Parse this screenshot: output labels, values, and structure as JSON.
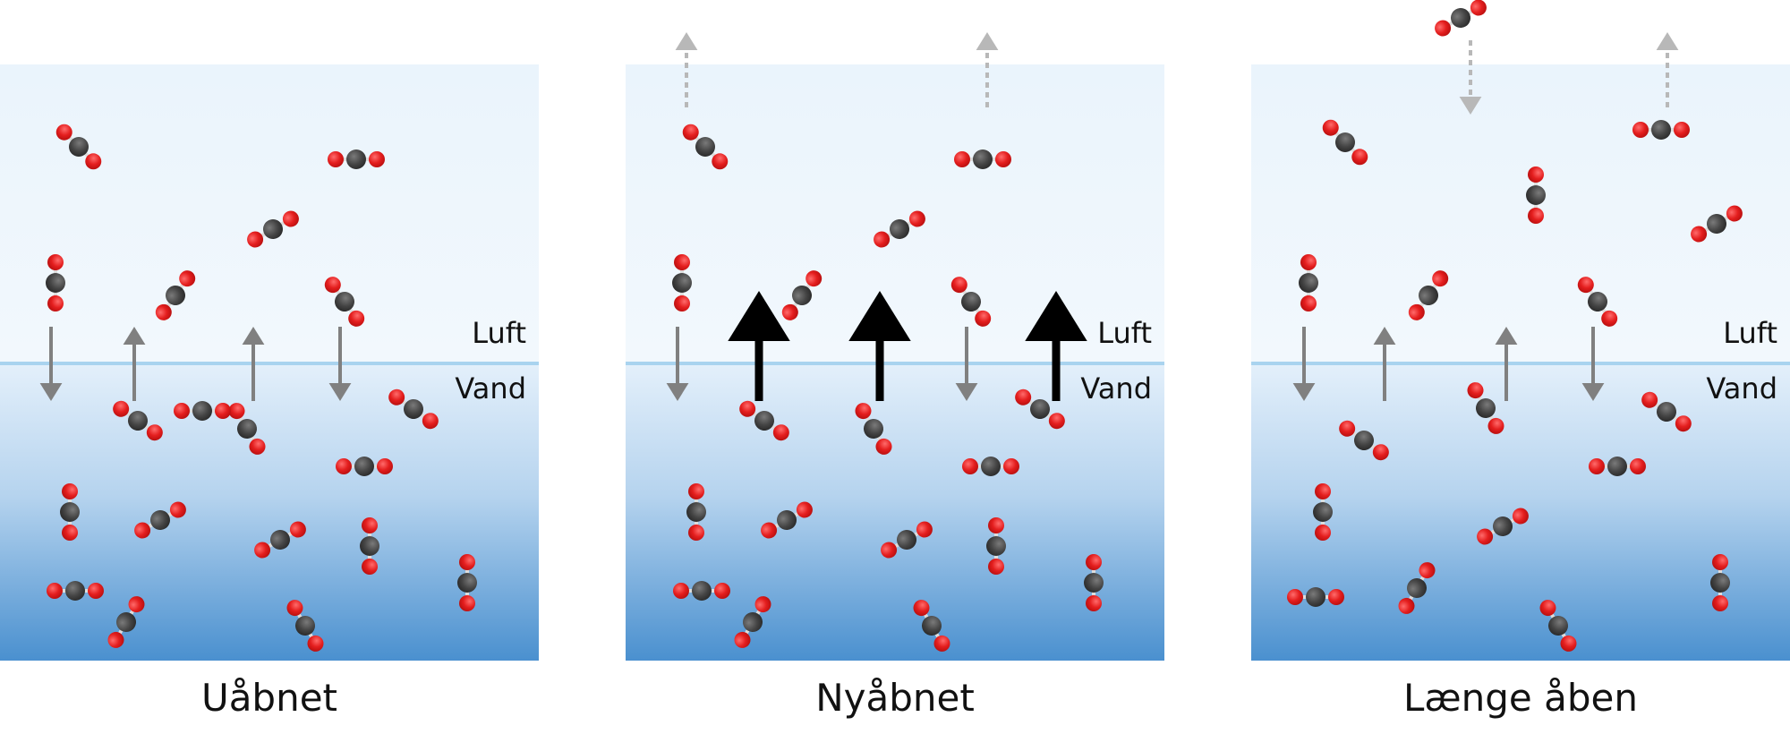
{
  "labels": {
    "air": "Luft",
    "water": "Vand"
  },
  "panels": [
    {
      "caption": "Uåbnet",
      "air_molecules": [
        [
          88,
          164,
          45
        ],
        [
          398,
          178,
          0
        ],
        [
          305,
          256,
          -30
        ],
        [
          62,
          316,
          90
        ],
        [
          196,
          330,
          -55
        ],
        [
          385,
          337,
          55
        ]
      ],
      "water_molecules": [
        [
          154,
          470,
          35
        ],
        [
          276,
          479,
          60
        ],
        [
          226,
          459,
          0
        ],
        [
          462,
          457,
          35
        ],
        [
          407,
          521,
          0
        ],
        [
          78,
          572,
          90
        ],
        [
          179,
          581,
          -30
        ],
        [
          313,
          603,
          -30
        ],
        [
          413,
          610,
          90
        ],
        [
          522,
          651,
          90
        ],
        [
          84,
          660,
          0
        ],
        [
          141,
          695,
          -60
        ],
        [
          341,
          699,
          60
        ]
      ],
      "down_arrows": [
        [
          57,
          0
        ],
        [
          380,
          0
        ]
      ],
      "up_arrows": [
        [
          150,
          0
        ],
        [
          283,
          0
        ]
      ],
      "escape_up": [],
      "escape_down": []
    },
    {
      "caption": "Nyåbnet",
      "air_molecules": [
        [
          788,
          164,
          45
        ],
        [
          1098,
          178,
          0
        ],
        [
          1005,
          256,
          -30
        ],
        [
          762,
          316,
          90
        ],
        [
          896,
          330,
          -55
        ],
        [
          1085,
          337,
          55
        ]
      ],
      "water_molecules": [
        [
          854,
          470,
          35
        ],
        [
          976,
          479,
          60
        ],
        [
          1162,
          457,
          35
        ],
        [
          1107,
          521,
          0
        ],
        [
          778,
          572,
          90
        ],
        [
          879,
          581,
          -30
        ],
        [
          1013,
          603,
          -30
        ],
        [
          1113,
          610,
          90
        ],
        [
          1222,
          651,
          90
        ],
        [
          784,
          660,
          0
        ],
        [
          841,
          695,
          -60
        ],
        [
          1041,
          699,
          60
        ]
      ],
      "down_arrows": [
        [
          757,
          0
        ],
        [
          1080,
          0
        ]
      ],
      "up_arrows_bold": [
        [
          848,
          0
        ],
        [
          983,
          0
        ],
        [
          1180,
          0
        ]
      ],
      "up_arrows": [],
      "escape_up": [
        [
          767,
          0
        ],
        [
          1103,
          0
        ]
      ],
      "escape_down": []
    },
    {
      "caption": "Længe åben",
      "air_molecules": [
        [
          1632,
          20,
          -30
        ],
        [
          1503,
          159,
          45
        ],
        [
          1856,
          145,
          0
        ],
        [
          1716,
          218,
          90
        ],
        [
          1918,
          250,
          -30
        ],
        [
          1462,
          316,
          90
        ],
        [
          1596,
          330,
          -55
        ],
        [
          1785,
          337,
          55
        ]
      ],
      "water_molecules": [
        [
          1524,
          492,
          35
        ],
        [
          1660,
          456,
          60
        ],
        [
          1862,
          460,
          35
        ],
        [
          1807,
          521,
          0
        ],
        [
          1478,
          572,
          90
        ],
        [
          1679,
          588,
          -30
        ],
        [
          1583,
          657,
          -60
        ],
        [
          1922,
          651,
          90
        ],
        [
          1470,
          667,
          0
        ],
        [
          1741,
          699,
          60
        ]
      ],
      "down_arrows": [
        [
          1457,
          0
        ],
        [
          1780,
          0
        ]
      ],
      "up_arrows": [
        [
          1547,
          0
        ],
        [
          1683,
          0
        ]
      ],
      "escape_up": [
        [
          1863,
          0
        ]
      ],
      "escape_down": [
        [
          1643,
          0
        ]
      ]
    }
  ]
}
